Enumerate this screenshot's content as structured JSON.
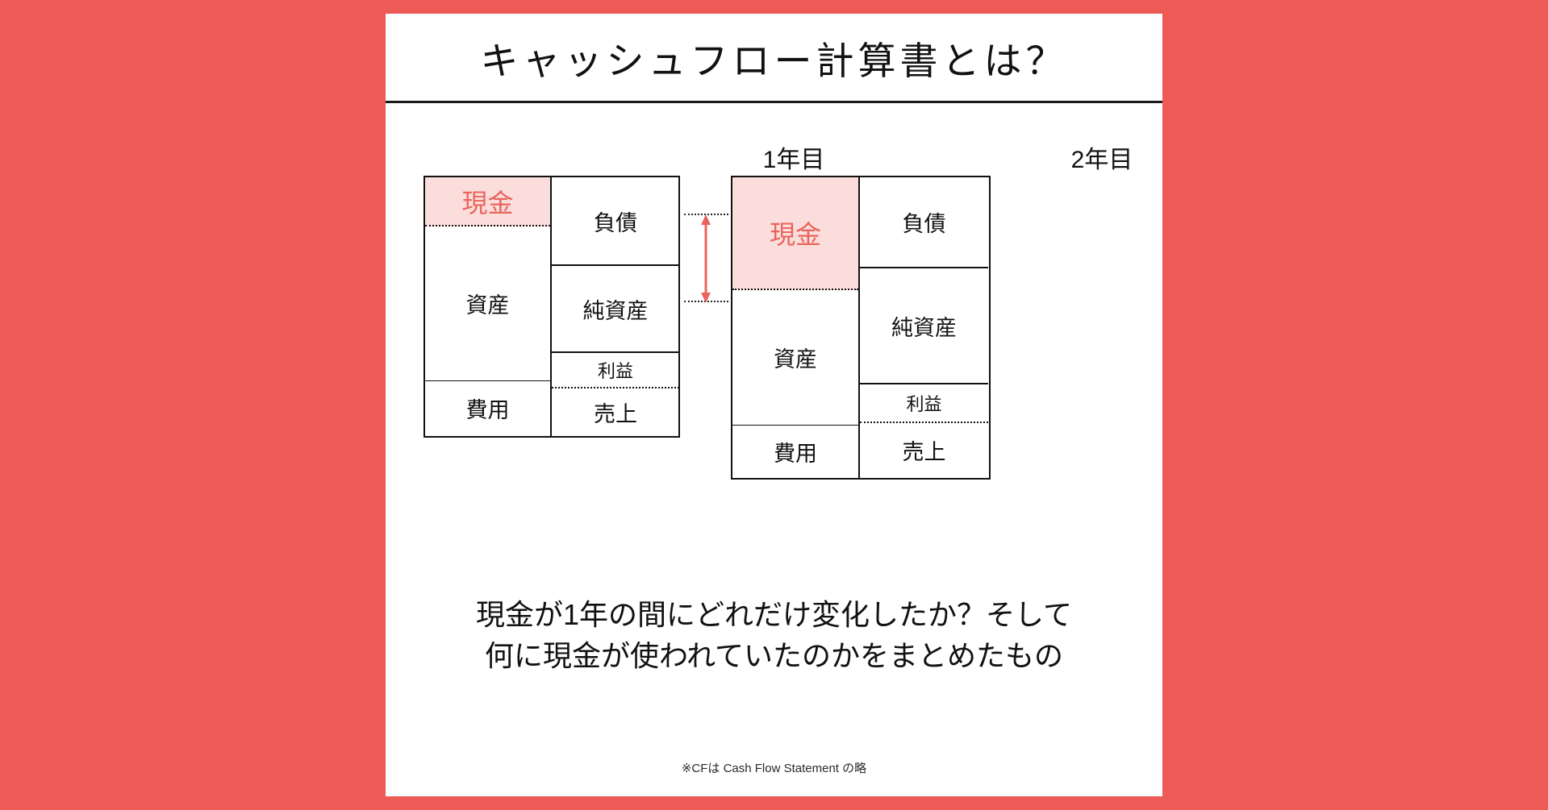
{
  "background_color": "#ec5b55",
  "card": {
    "background_color": "#ffffff",
    "title": "キャッシュフロー計算書とは？"
  },
  "accent_colors": {
    "cash_fill": "#fbdedc",
    "cash_text": "#e8655d",
    "arrow": "#e8655d",
    "line": "#111111"
  },
  "diagram": {
    "year1": {
      "label": "1年目",
      "left_column": [
        {
          "name": "cash",
          "label": "現金",
          "highlight": true
        },
        {
          "name": "assets",
          "label": "資産",
          "highlight": false
        },
        {
          "name": "expense",
          "label": "費用",
          "highlight": false
        }
      ],
      "right_column": [
        {
          "name": "liabilities",
          "label": "負債"
        },
        {
          "name": "net-assets",
          "label": "純資産"
        },
        {
          "name": "profit",
          "label": "利益"
        },
        {
          "name": "sales",
          "label": "売上"
        }
      ]
    },
    "year2": {
      "label": "2年目",
      "left_column": [
        {
          "name": "cash",
          "label": "現金",
          "highlight": true
        },
        {
          "name": "assets",
          "label": "資産",
          "highlight": false
        },
        {
          "name": "expense",
          "label": "費用",
          "highlight": false
        }
      ],
      "right_column": [
        {
          "name": "liabilities",
          "label": "負債"
        },
        {
          "name": "net-assets",
          "label": "純資産"
        },
        {
          "name": "profit",
          "label": "利益"
        },
        {
          "name": "sales",
          "label": "売上"
        }
      ]
    },
    "change_arrow": {
      "name": "cash-change-arrow",
      "direction": "double",
      "color": "#e8655d"
    }
  },
  "description": {
    "line1": "現金が1年の間にどれだけ変化したか？そして",
    "line2": "何に現金が使われていたのかをまとめたもの"
  },
  "footnote": "※CFは Cash Flow Statement の略"
}
